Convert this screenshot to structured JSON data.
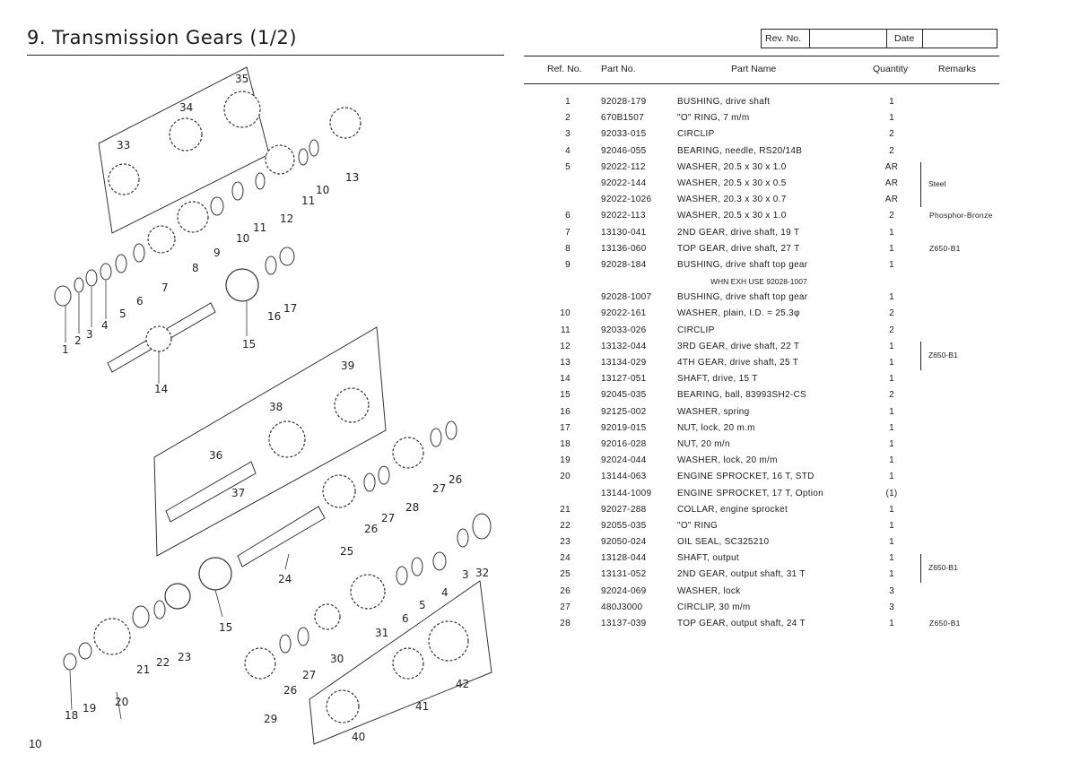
{
  "page": {
    "title": "9.  Transmission Gears (1/2)",
    "number": "10"
  },
  "revision_box": {
    "rev_label": "Rev. No.",
    "rev_value": "",
    "date_label": "Date",
    "date_value": ""
  },
  "table": {
    "headers": {
      "ref": "Ref. No.",
      "part": "Part No.",
      "name": "Part Name",
      "qty": "Quantity",
      "remarks": "Remarks"
    },
    "rows": [
      {
        "ref": "1",
        "part": "92028-179",
        "name": "BUSHING, drive shaft",
        "qty": "1",
        "remarks": ""
      },
      {
        "ref": "2",
        "part": "670B1507",
        "name": "\"O\" RING, 7 m/m",
        "qty": "1",
        "remarks": ""
      },
      {
        "ref": "3",
        "part": "92033-015",
        "name": "CIRCLIP",
        "qty": "2",
        "remarks": ""
      },
      {
        "ref": "4",
        "part": "92046-055",
        "name": "BEARING, needle, RS20/14B",
        "qty": "2",
        "remarks": ""
      },
      {
        "ref": "5",
        "part": "92022-112",
        "name": "WASHER, 20.5 x 30 x 1.0",
        "qty": "AR",
        "remarks": ""
      },
      {
        "ref": "",
        "part": "92022-144",
        "name": "WASHER, 20.5 x 30 x 0.5",
        "qty": "AR",
        "remarks": ""
      },
      {
        "ref": "",
        "part": "92022-1026",
        "name": "WASHER, 20.3 x 30 x 0.7",
        "qty": "AR",
        "remarks": ""
      },
      {
        "ref": "6",
        "part": "92022-113",
        "name": "WASHER, 20.5 x 30 x 1.0",
        "qty": "2",
        "remarks": "Phosphor-Bronze"
      },
      {
        "ref": "7",
        "part": "13130-041",
        "name": "2ND GEAR, drive shaft, 19 T",
        "qty": "1",
        "remarks": ""
      },
      {
        "ref": "8",
        "part": "13136-060",
        "name": "TOP GEAR, drive shaft, 27 T",
        "qty": "1",
        "remarks": "Z650-B1"
      },
      {
        "ref": "9",
        "part": "92028-184",
        "name": "BUSHING, drive shaft top gear",
        "qty": "1",
        "remarks": ""
      },
      {
        "ref": "",
        "part": "92028-1007",
        "name": "BUSHING, drive shaft top gear",
        "qty": "1",
        "remarks": ""
      },
      {
        "ref": "10",
        "part": "92022-161",
        "name": "WASHER, plain, I.D. = 25.3φ",
        "qty": "2",
        "remarks": ""
      },
      {
        "ref": "11",
        "part": "92033-026",
        "name": "CIRCLIP",
        "qty": "2",
        "remarks": ""
      },
      {
        "ref": "12",
        "part": "13132-044",
        "name": "3RD GEAR, drive shaft, 22 T",
        "qty": "1",
        "remarks": ""
      },
      {
        "ref": "13",
        "part": "13134-029",
        "name": "4TH GEAR, drive shaft, 25 T",
        "qty": "1",
        "remarks": ""
      },
      {
        "ref": "14",
        "part": "13127-051",
        "name": "SHAFT, drive, 15 T",
        "qty": "1",
        "remarks": ""
      },
      {
        "ref": "15",
        "part": "92045-035",
        "name": "BEARING, ball, 83993SH2-CS",
        "qty": "2",
        "remarks": ""
      },
      {
        "ref": "16",
        "part": "92125-002",
        "name": "WASHER, spring",
        "qty": "1",
        "remarks": ""
      },
      {
        "ref": "17",
        "part": "92019-015",
        "name": "NUT, lock, 20 m.m",
        "qty": "1",
        "remarks": ""
      },
      {
        "ref": "18",
        "part": "92016-028",
        "name": "NUT, 20 m/n",
        "qty": "1",
        "remarks": ""
      },
      {
        "ref": "19",
        "part": "92024-044",
        "name": "WASHER, lock, 20 m/m",
        "qty": "1",
        "remarks": ""
      },
      {
        "ref": "20",
        "part": "13144-063",
        "name": "ENGINE SPROCKET, 16 T, STD",
        "qty": "1",
        "remarks": ""
      },
      {
        "ref": "",
        "part": "13144-1009",
        "name": "ENGINE SPROCKET, 17 T, Option",
        "qty": "(1)",
        "remarks": ""
      },
      {
        "ref": "21",
        "part": "92027-288",
        "name": "COLLAR, engine sprocket",
        "qty": "1",
        "remarks": ""
      },
      {
        "ref": "22",
        "part": "92055-035",
        "name": "\"O\" RING",
        "qty": "1",
        "remarks": ""
      },
      {
        "ref": "23",
        "part": "92050-024",
        "name": "OIL SEAL, SC325210",
        "qty": "1",
        "remarks": ""
      },
      {
        "ref": "24",
        "part": "13128-044",
        "name": "SHAFT, output",
        "qty": "1",
        "remarks": ""
      },
      {
        "ref": "25",
        "part": "13131-052",
        "name": "2ND GEAR, output shaft, 31 T",
        "qty": "1",
        "remarks": ""
      },
      {
        "ref": "26",
        "part": "92024-069",
        "name": "WASHER, lock",
        "qty": "3",
        "remarks": ""
      },
      {
        "ref": "27",
        "part": "480J3000",
        "name": "CIRCLIP, 30 m/m",
        "qty": "3",
        "remarks": ""
      },
      {
        "ref": "28",
        "part": "13137-039",
        "name": "TOP GEAR, output shaft, 24 T",
        "qty": "1",
        "remarks": "Z650-B1"
      }
    ],
    "note_after_row_9": "WHN EXH USE 92028-1007",
    "brace_remarks": [
      {
        "label": "Steel",
        "rows": "5 / 92022-144 / 92022-1026"
      },
      {
        "label": "Z650-B1",
        "rows": "12-13"
      },
      {
        "label": "Z650-B1",
        "rows": "24-25"
      }
    ]
  },
  "diagram_labels": {
    "upper": [
      "35",
      "34",
      "33",
      "13",
      "10",
      "11",
      "12",
      "9",
      "10",
      "11",
      "8",
      "7",
      "6",
      "5",
      "4",
      "3",
      "2",
      "1",
      "17",
      "16",
      "15",
      "14"
    ],
    "lower": [
      "39",
      "38",
      "36",
      "37",
      "26",
      "27",
      "28",
      "27",
      "26",
      "25",
      "24",
      "32",
      "3",
      "4",
      "5",
      "6",
      "31",
      "30",
      "27",
      "26",
      "29",
      "23",
      "22",
      "21",
      "15",
      "20",
      "19",
      "18",
      "42",
      "41",
      "40"
    ]
  }
}
